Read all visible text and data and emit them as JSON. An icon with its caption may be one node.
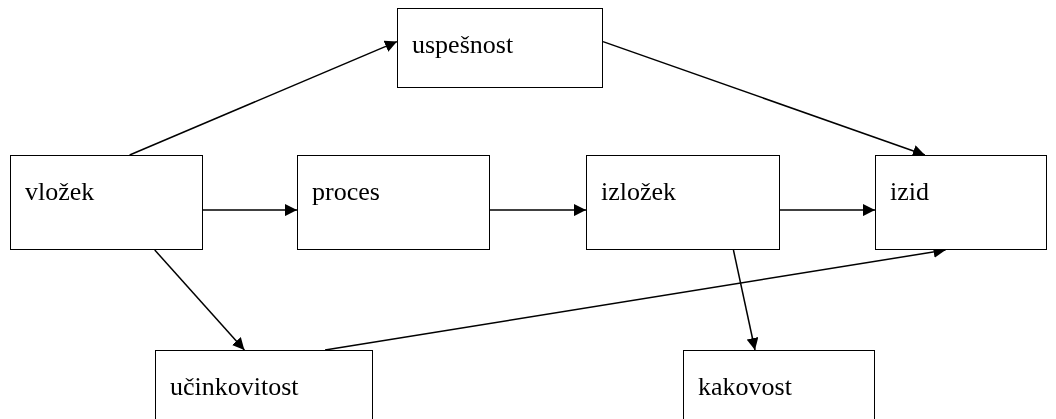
{
  "diagram": {
    "nodes": [
      {
        "text": [
          "uspešnost"
        ]
      },
      {
        "text": [
          "vložek"
        ]
      },
      {
        "text": [
          "proces"
        ]
      },
      {
        "text": [
          "izložek"
        ]
      },
      {
        "text": [
          "izid"
        ]
      },
      {
        "text": [
          "učinkovitost"
        ]
      },
      {
        "text": [
          "kakovost"
        ]
      }
    ],
    "edges": [
      {
        "from": 1,
        "to": 0,
        "arrow": "to"
      },
      {
        "from": 0,
        "to": 4,
        "arrow": "to"
      },
      {
        "from": 1,
        "to": 2,
        "arrow": "to"
      },
      {
        "from": 2,
        "to": 3,
        "arrow": "to"
      },
      {
        "from": 3,
        "to": 4,
        "arrow": "to"
      },
      {
        "from": 1,
        "to": 5,
        "arrow": "to"
      },
      {
        "from": 5,
        "to": 4,
        "arrow": "to"
      },
      {
        "from": 3,
        "to": 6,
        "arrow": "to"
      }
    ]
  }
}
